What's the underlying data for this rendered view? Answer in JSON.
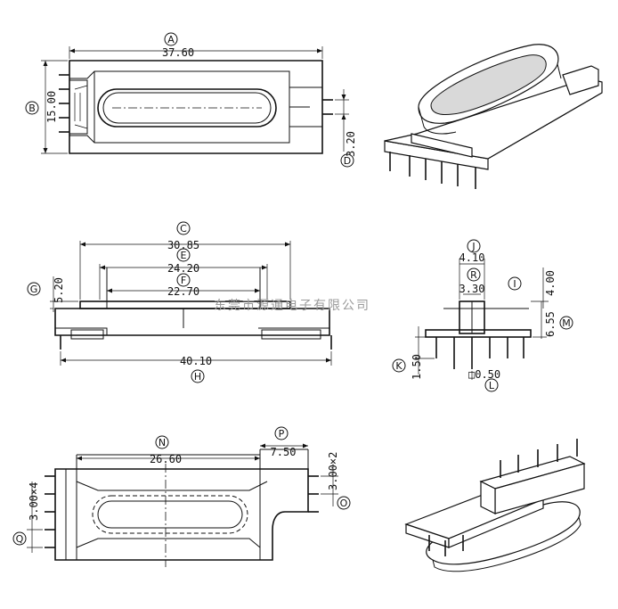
{
  "dimensions": {
    "A": {
      "label": "A",
      "value": "37.60"
    },
    "B": {
      "label": "B",
      "value": "15.00"
    },
    "D": {
      "label": "D",
      "value": "3.20"
    },
    "C": {
      "label": "C",
      "value": "30.85"
    },
    "E": {
      "label": "E",
      "value": "24.20"
    },
    "F": {
      "label": "F",
      "value": "22.70"
    },
    "G": {
      "label": "G",
      "value": "5.20"
    },
    "H": {
      "label": "H",
      "value": "40.10"
    },
    "J": {
      "label": "J",
      "value": "4.10"
    },
    "R": {
      "label": "R",
      "value": "3.30"
    },
    "I": {
      "label": "I",
      "value": "4.00"
    },
    "M": {
      "label": "M",
      "value": "6.55"
    },
    "K": {
      "label": "K",
      "value": "1.50"
    },
    "L": {
      "label": "L",
      "value": "□0.50"
    },
    "N": {
      "label": "N",
      "value": "26.60"
    },
    "P": {
      "label": "P",
      "value": "7.50"
    },
    "O": {
      "label": "O",
      "value": "3.00×2"
    },
    "Q": {
      "label": "Q",
      "value": "3.00×4"
    }
  },
  "watermark": "东莞市源通电子有限公司"
}
